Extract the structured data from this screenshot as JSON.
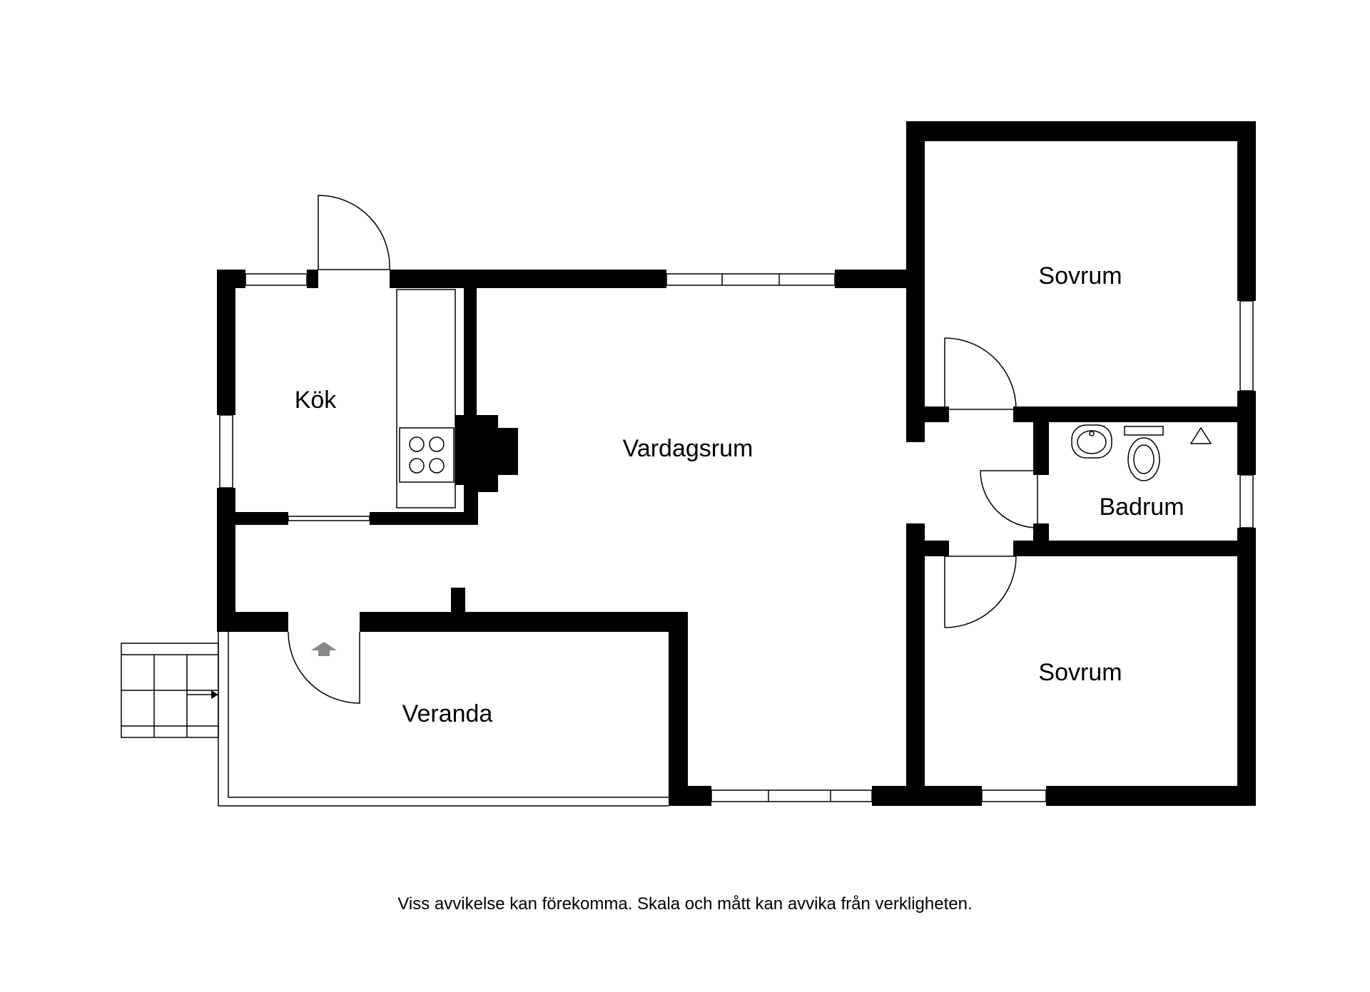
{
  "rooms": {
    "kok": "Kök",
    "vardagsrum": "Vardagsrum",
    "veranda": "Veranda",
    "sovrum_top": "Sovrum",
    "badrum": "Badrum",
    "sovrum_bottom": "Sovrum"
  },
  "disclaimer": "Viss avvikelse kan förekomma. Skala och mått kan avvika från verkligheten.",
  "colors": {
    "wall": "#000000",
    "background": "#ffffff"
  }
}
